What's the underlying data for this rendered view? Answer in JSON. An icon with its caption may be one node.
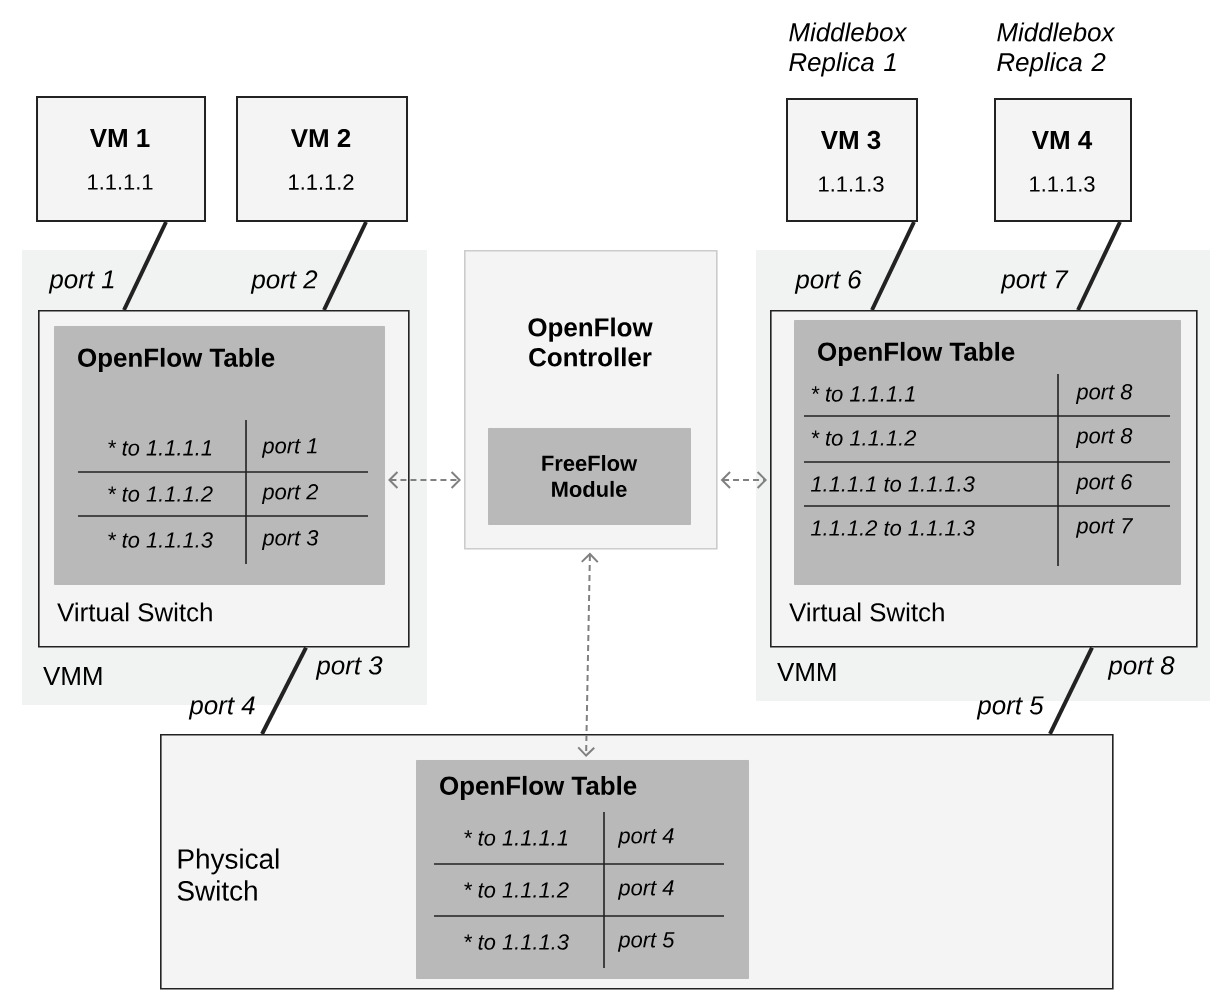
{
  "diagram": {
    "nodes": [
      {
        "text": [
          "VM 1",
          "1.1.1.1"
        ]
      },
      {
        "text": [
          "VM 2",
          "1.1.1.2"
        ]
      },
      {
        "text": [
          "VM 3",
          "1.1.1.3"
        ],
        "beside": [
          "Middlebox Replica 1"
        ]
      },
      {
        "text": [
          "VM 4",
          "1.1.1.3"
        ],
        "beside": [
          "Middlebox Replica 2"
        ]
      },
      {
        "text": [
          "VMM"
        ]
      },
      {
        "text": [
          "Virtual Switch"
        ],
        "in": 4
      },
      {
        "text": [
          "OpenFlow Table",
          "* to 1.1.1.1",
          "port 1",
          "* to 1.1.1.2",
          "port 2",
          "* to 1.1.1.3",
          "port 3"
        ],
        "in": 5
      },
      {
        "text": [
          "OpenFlow Controller"
        ]
      },
      {
        "text": [
          "FreeFlow Module"
        ],
        "in": 7
      },
      {
        "text": [
          "VMM"
        ]
      },
      {
        "text": [
          "Virtual Switch"
        ],
        "in": 9
      },
      {
        "text": [
          "OpenFlow Table",
          "* to 1.1.1.1",
          "port 8",
          "* to 1.1.1.2",
          "port 8",
          "1.1.1.1 to 1.1.1.3",
          "port 6",
          "1.1.1.2 to 1.1.1.3",
          "port 7"
        ],
        "in": 10
      },
      {
        "text": [
          "Physical Switch"
        ]
      },
      {
        "text": [
          "OpenFlow Table",
          "* to 1.1.1.1",
          "port 4",
          "* to 1.1.1.2",
          "port 4",
          "* to 1.1.1.3",
          "port 5"
        ],
        "in": 12
      }
    ],
    "edges": [
      {
        "from": 0,
        "to": 5,
        "arrow": "none",
        "label": "port 1"
      },
      {
        "from": 1,
        "to": 5,
        "arrow": "none",
        "label": "port 2"
      },
      {
        "from": 2,
        "to": 10,
        "arrow": "none",
        "label": "port 6"
      },
      {
        "from": 3,
        "to": 10,
        "arrow": "none",
        "label": "port 7"
      },
      {
        "from": 5,
        "to": 12,
        "arrow": "none",
        "label": "port 3"
      },
      {
        "from": 10,
        "to": 12,
        "arrow": "none",
        "label": "port 8"
      },
      {
        "from": 6,
        "to": 7,
        "arrow": "both",
        "style": "dashed",
        "color": "#808080"
      },
      {
        "from": 7,
        "to": 10,
        "arrow": "both",
        "style": "dashed",
        "color": "#808080"
      },
      {
        "from": 7,
        "to": 13,
        "arrow": "both",
        "style": "dashed",
        "color": "#808080"
      }
    ],
    "labels": [
      "port 4",
      "port 5"
    ]
  }
}
